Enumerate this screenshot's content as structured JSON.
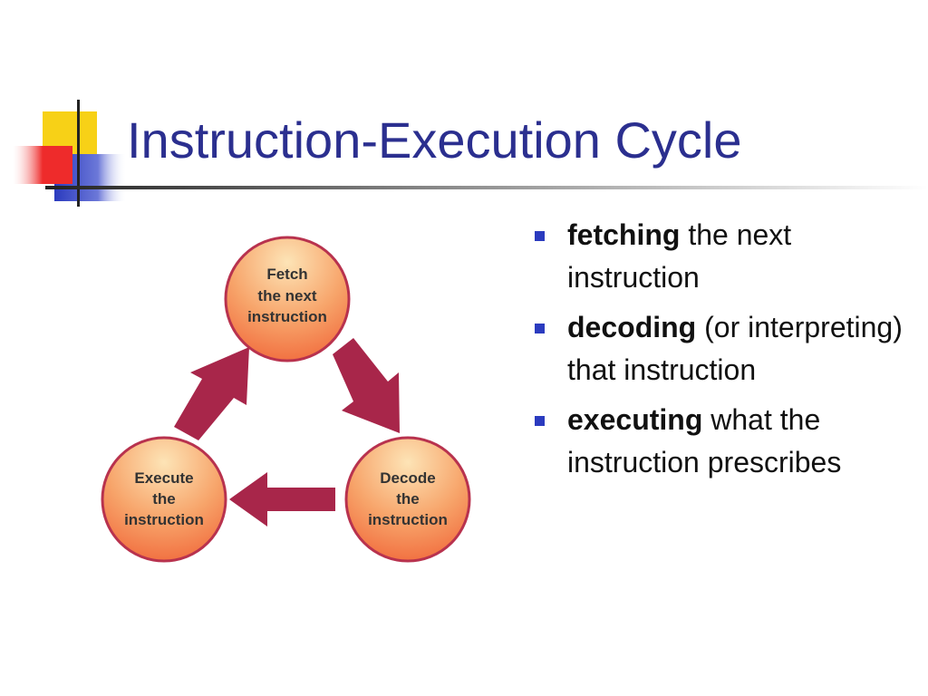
{
  "slide": {
    "title": "Instruction-Execution Cycle"
  },
  "diagram": {
    "nodes": {
      "fetch": [
        "Fetch",
        "the next",
        "instruction"
      ],
      "decode": [
        "Decode",
        "the",
        "instruction"
      ],
      "execute": [
        "Execute",
        "the",
        "instruction"
      ]
    },
    "colors": {
      "node_fill_top": "#fde4b6",
      "node_fill_bottom": "#f16a3c",
      "node_border": "#b8324e",
      "arrow": "#a8264a"
    }
  },
  "bullets": [
    {
      "term": "fetching",
      "rest": " the next instruction"
    },
    {
      "term": "decoding",
      "rest": " (or interpreting) that instruction"
    },
    {
      "term": "executing",
      "rest": " what the instruction prescribes"
    }
  ],
  "colors": {
    "title": "#2b2f8f",
    "bullet_marker": "#2b3bbf",
    "decor_yellow": "#f7d117",
    "decor_blue": "#2b3bbf",
    "decor_red": "#ee2b2b"
  }
}
